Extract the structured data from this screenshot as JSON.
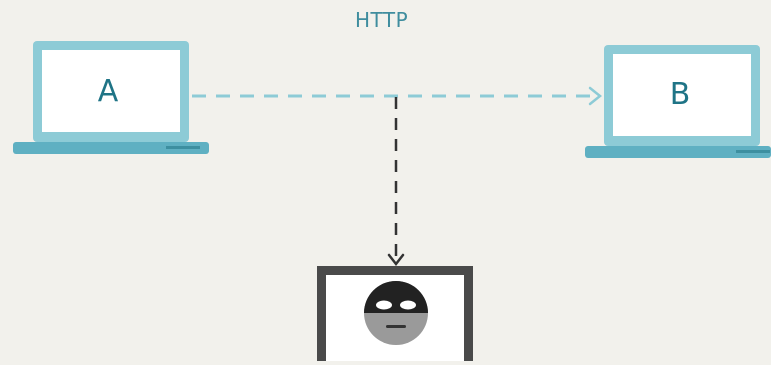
{
  "diagram": {
    "protocol_label": "HTTP",
    "nodes": {
      "a": {
        "label": "A"
      },
      "b": {
        "label": "B"
      },
      "attacker": {
        "label": ""
      }
    }
  },
  "colors": {
    "background": "#f2f1ec",
    "laptop_frame": "#8dcbd6",
    "laptop_screen": "#ffffff",
    "laptop_base": "#5fb0c2",
    "label_text": "#1f7486",
    "dashed_line": "#8dcbd6",
    "intercept_line": "#333333",
    "attacker_frame": "#4a4a4a",
    "attacker_mask": "#222222",
    "attacker_face": "#9a9a9a"
  },
  "icons": {
    "attacker": "masked-hacker-icon",
    "arrow": "arrow-head-icon"
  }
}
